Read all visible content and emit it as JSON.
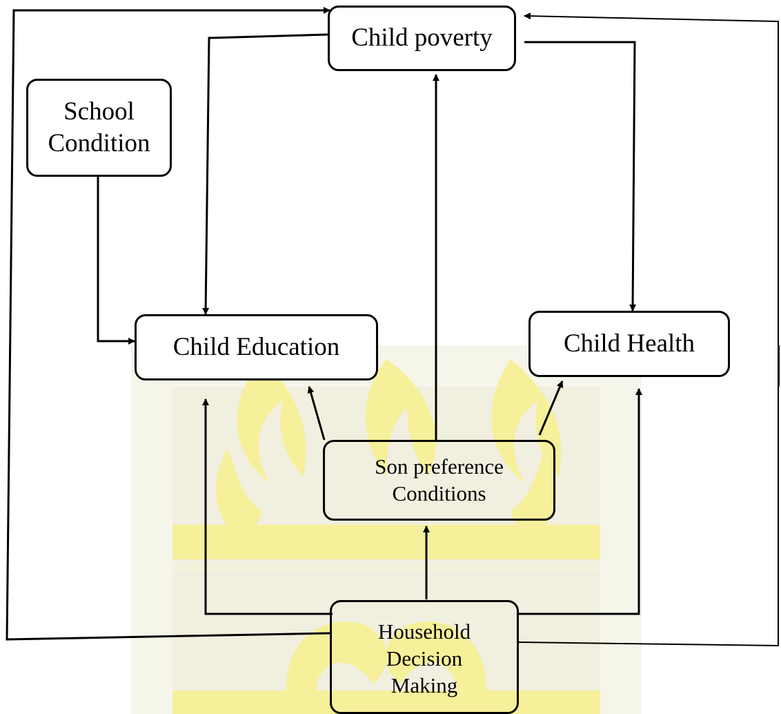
{
  "diagram": {
    "nodes": {
      "child_poverty": {
        "label": "Child poverty"
      },
      "school_condition": {
        "label": "School\nCondition"
      },
      "child_education": {
        "label": "Child Education"
      },
      "child_health": {
        "label": "Child Health"
      },
      "son_preference": {
        "label": "Son preference\nConditions"
      },
      "household_decision": {
        "label": "Household\nDecision\nMaking"
      }
    },
    "edges": [
      {
        "from": "Child poverty",
        "to": "Child Education"
      },
      {
        "from": "Child poverty",
        "to": "Child Health"
      },
      {
        "from": "School Condition",
        "to": "Child Education"
      },
      {
        "from": "Son preference Conditions",
        "to": "Child poverty"
      },
      {
        "from": "Son preference Conditions",
        "to": "Child Education"
      },
      {
        "from": "Son preference Conditions",
        "to": "Child Health"
      },
      {
        "from": "Household Decision Making",
        "to": "Son preference Conditions"
      },
      {
        "from": "Household Decision Making",
        "to": "Child Education"
      },
      {
        "from": "Household Decision Making",
        "to": "Child Health"
      },
      {
        "from": "Household Decision Making",
        "to": "Child poverty"
      }
    ],
    "colors": {
      "line": "#000000",
      "box_fill": "#ffffff",
      "watermark": "#f7f09a",
      "watermark_light": "#f4f2dc"
    }
  }
}
